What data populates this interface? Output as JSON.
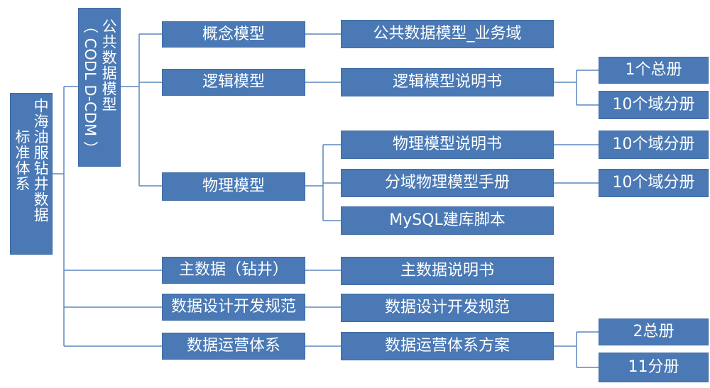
{
  "root": {
    "col1": "中海油服钻井数据",
    "col2": "标准体系"
  },
  "codl": {
    "label": "公共数据模型",
    "paren_text": "（ CODL D-CDM ）"
  },
  "level2": {
    "concept": "概念模型",
    "logic": "逻辑模型",
    "physical": "物理模型",
    "master": "主数据（钻井）",
    "spec": "数据设计开发规范",
    "ops": "数据运营体系"
  },
  "level3": {
    "public_domain": "公共数据模型_业务域",
    "logic_manual": "逻辑模型说明书",
    "physical_manual": "物理模型说明书",
    "domain_physical_manual": "分域物理模型手册",
    "mysql_script": "MySQL建库脚本",
    "master_manual": "主数据说明书",
    "spec_doc": "数据设计开发规范",
    "ops_plan": "数据运营体系方案"
  },
  "level4": {
    "logic_total": "1个总册",
    "logic_domain": "10个域分册",
    "physical_domain": "10个域分册",
    "domain_physical_domain": "10个域分册",
    "ops_total": "2总册",
    "ops_split": "11分册"
  },
  "colors": {
    "node_fill": "#4a79b5",
    "node_text": "#ffffff",
    "connector": "#5b87c0"
  }
}
